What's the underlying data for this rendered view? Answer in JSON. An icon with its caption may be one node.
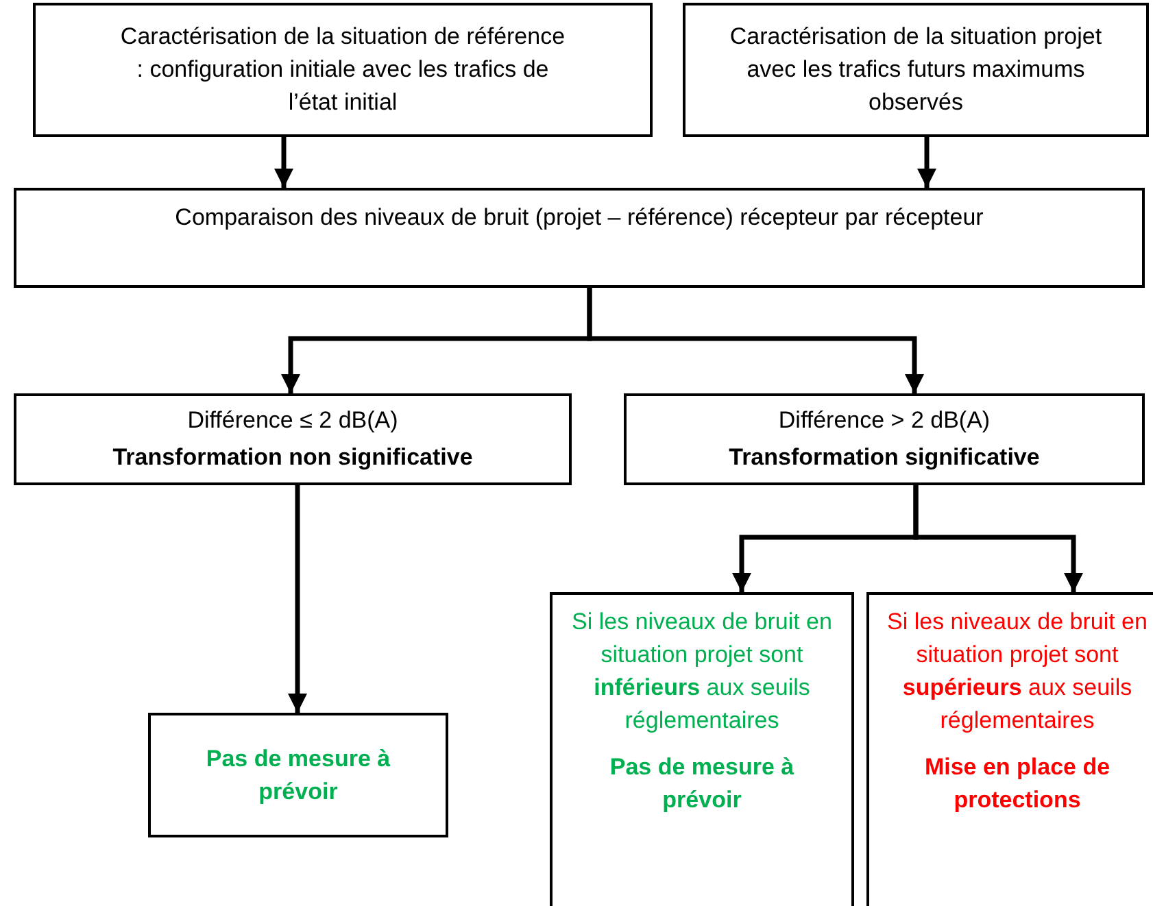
{
  "diagram": {
    "nodes": [
      {
        "text": [
          "Caractérisation de la situation de référence : configuration initiale avec les trafics de l’état initial"
        ]
      },
      {
        "text": [
          "Caractérisation de la situation projet avec les trafics futurs maximums observés"
        ]
      },
      {
        "text": [
          "Comparaison des niveaux de bruit (projet – référence) récepteur par récepteur"
        ]
      },
      {
        "text": [
          "Différence ≤ 2 dB(A)",
          "Transformation non significative"
        ]
      },
      {
        "text": [
          "Différence > 2 dB(A)",
          "Transformation significative"
        ]
      },
      {
        "text": [
          "Pas de mesure à prévoir"
        ]
      },
      {
        "text": [
          "Si les niveaux de bruit en situation projet sont **inférieurs** aux seuils réglementaires",
          "Pas de mesure à prévoir"
        ]
      },
      {
        "text": [
          "Si les niveaux de bruit en situation projet sont **supérieurs** aux seuils réglementaires",
          "Mise en place de protections"
        ]
      }
    ],
    "edges": [
      {
        "from": 0,
        "to": 2,
        "arrow": "to"
      },
      {
        "from": 1,
        "to": 2,
        "arrow": "to"
      },
      {
        "from": 2,
        "to": 3,
        "arrow": "to"
      },
      {
        "from": 2,
        "to": 4,
        "arrow": "to"
      },
      {
        "from": 3,
        "to": 5,
        "arrow": "to"
      },
      {
        "from": 4,
        "to": 6,
        "arrow": "to"
      },
      {
        "from": 4,
        "to": 7,
        "arrow": "to"
      }
    ]
  }
}
